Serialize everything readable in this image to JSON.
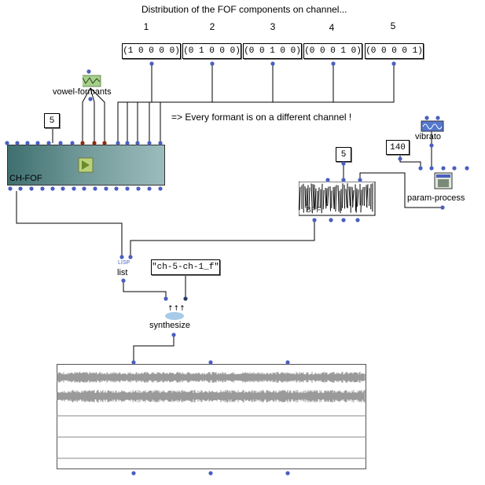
{
  "title": "Distribution of the FOF components on channel...",
  "channel_numbers": [
    "1",
    "2",
    "3",
    "4",
    "5"
  ],
  "channel_lists": [
    "(1 0 0 0 0)",
    "(0 1 0 0 0)",
    "(0 0 1 0 0)",
    "(0 0 0 1 0)",
    "(0 0 0 0 1)"
  ],
  "note": "=> Every formant is on a different channel !",
  "vowel_formants_label": "vowel-formants",
  "ch_fof_label": "CH-FOF",
  "ch_fof_number": "5",
  "bpf_number": "5",
  "bpf_label": "BPF",
  "vibrato_number": "140",
  "vibrato_label": "vibrato",
  "param_process_label": "param-process",
  "list_label": "list",
  "lisp_tag": "LISP",
  "filename_string": "\"ch-5-ch-1_f\"",
  "synthesize_label": "synthesize",
  "colors": {
    "inlet": "#4a5fbf",
    "inlet_red": "#8a2a10",
    "chfof_dark": "#3f6f6f",
    "chfof_light": "#9cbcbc"
  }
}
